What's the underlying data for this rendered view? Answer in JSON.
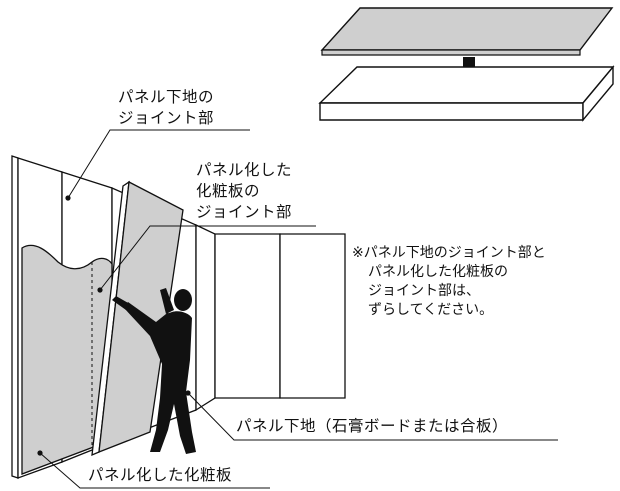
{
  "labels": {
    "substrate_joint": [
      "パネル下地の",
      "ジョイント部"
    ],
    "panel_joint": [
      "パネル化した",
      "化粧板の",
      "ジョイント部"
    ],
    "substrate": "パネル下地（石膏ボードまたは合板）",
    "decor_panel": "パネル化した化粧板"
  },
  "note": [
    "※パネル下地のジョイント部と",
    "パネル化した化粧板の",
    "ジョイント部は、",
    "ずらしてください。"
  ],
  "colors": {
    "panel_gray": "#cfcfcf",
    "line": "#111111",
    "background": "#ffffff"
  }
}
